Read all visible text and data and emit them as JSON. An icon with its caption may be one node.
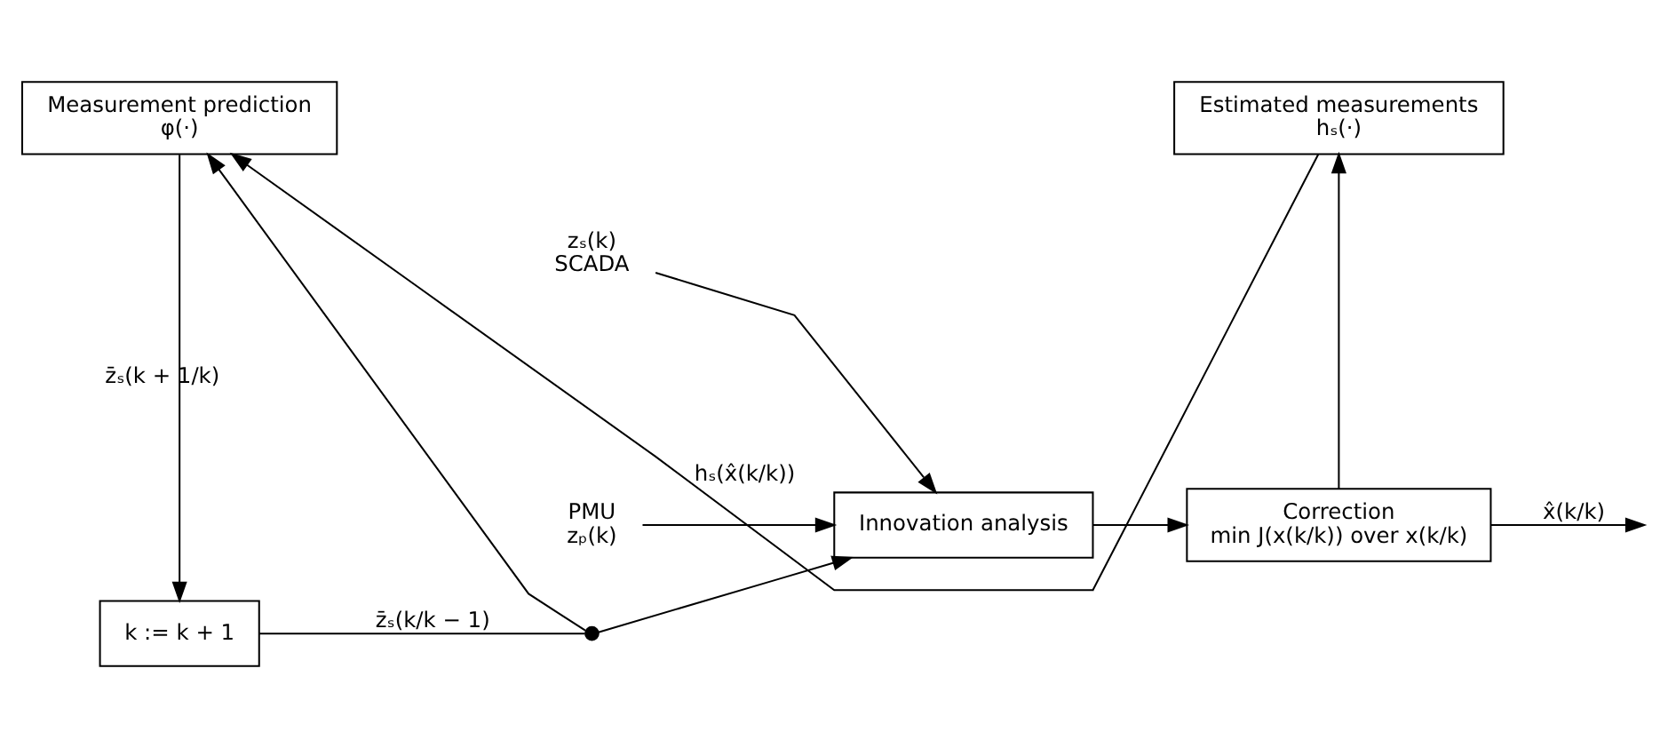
{
  "diagram": {
    "nodes": [
      {
        "text": [
          "k := k + 1"
        ]
      },
      {
        "text": [
          "Innovation analysis"
        ]
      },
      {
        "text": [
          "Correction",
          "min J(x(k/k)) over x(k/k)"
        ]
      },
      {
        "text": [
          "Measurement prediction",
          "φ(·)"
        ]
      },
      {
        "text": [
          "Estimated measurements",
          "hₛ(·)"
        ]
      },
      {
        "text": [],
        "shape": "circle"
      },
      {
        "text": [
          "zₛ(k)",
          "SCADA"
        ]
      },
      {
        "text": [
          "PMU",
          "zₚ(k)"
        ]
      }
    ],
    "edges": [
      {
        "from": 0,
        "to": 5,
        "arrow": "none",
        "label": "z̄ₛ(k/k − 1)"
      },
      {
        "from": 5,
        "to": 1,
        "arrow": "to"
      },
      {
        "from": 5,
        "to": 3,
        "arrow": "to"
      },
      {
        "from": 6,
        "to": 1,
        "arrow": "to"
      },
      {
        "from": 7,
        "to": 1,
        "arrow": "to"
      },
      {
        "from": 1,
        "to": 2,
        "arrow": "to"
      },
      {
        "from": 2,
        "to": null,
        "arrow": "to",
        "label": "x̂(k/k)"
      },
      {
        "from": 2,
        "to": 4,
        "arrow": "to"
      },
      {
        "from": 4,
        "to": 3,
        "arrow": "to",
        "label": "hₛ(x̂(k/k))"
      },
      {
        "from": 3,
        "to": 0,
        "arrow": "to",
        "label": "z̄ₛ(k + 1/k)"
      }
    ]
  }
}
